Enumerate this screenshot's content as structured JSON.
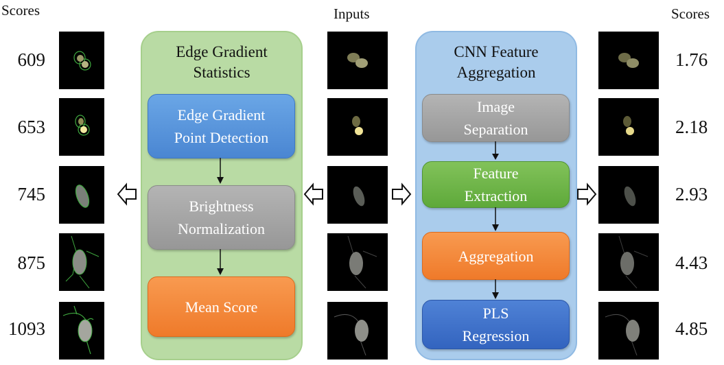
{
  "headers": {
    "left_scores": "Scores",
    "inputs": "Inputs",
    "right_scores": "Scores"
  },
  "left_scores": [
    "609",
    "653",
    "745",
    "875",
    "1093"
  ],
  "right_scores": [
    "1.76",
    "2.18",
    "2.93",
    "4.43",
    "4.85"
  ],
  "left_panel": {
    "title_line1": "Edge Gradient",
    "title_line2": "Statistics",
    "steps": [
      {
        "line1": "Edge Gradient",
        "line2": "Point Detection"
      },
      {
        "line1": "Brightness",
        "line2": "Normalization"
      },
      {
        "line1": "Mean Score",
        "line2": ""
      }
    ]
  },
  "right_panel": {
    "title_line1": "CNN Feature",
    "title_line2": "Aggregation",
    "steps": [
      {
        "line1": "Image",
        "line2": "Separation"
      },
      {
        "line1": "Feature",
        "line2": "Extraction"
      },
      {
        "line1": "Aggregation",
        "line2": ""
      },
      {
        "line1": "PLS",
        "line2": "Regression"
      }
    ]
  },
  "colors": {
    "left_panel_bg": "#b9dba4",
    "right_panel_bg": "#aaccec",
    "step_blue": "#4a86d2",
    "step_gray": "#979797",
    "step_green": "#5ea93a",
    "step_orange": "#ef7a2a",
    "step_navy": "#3364bf"
  }
}
